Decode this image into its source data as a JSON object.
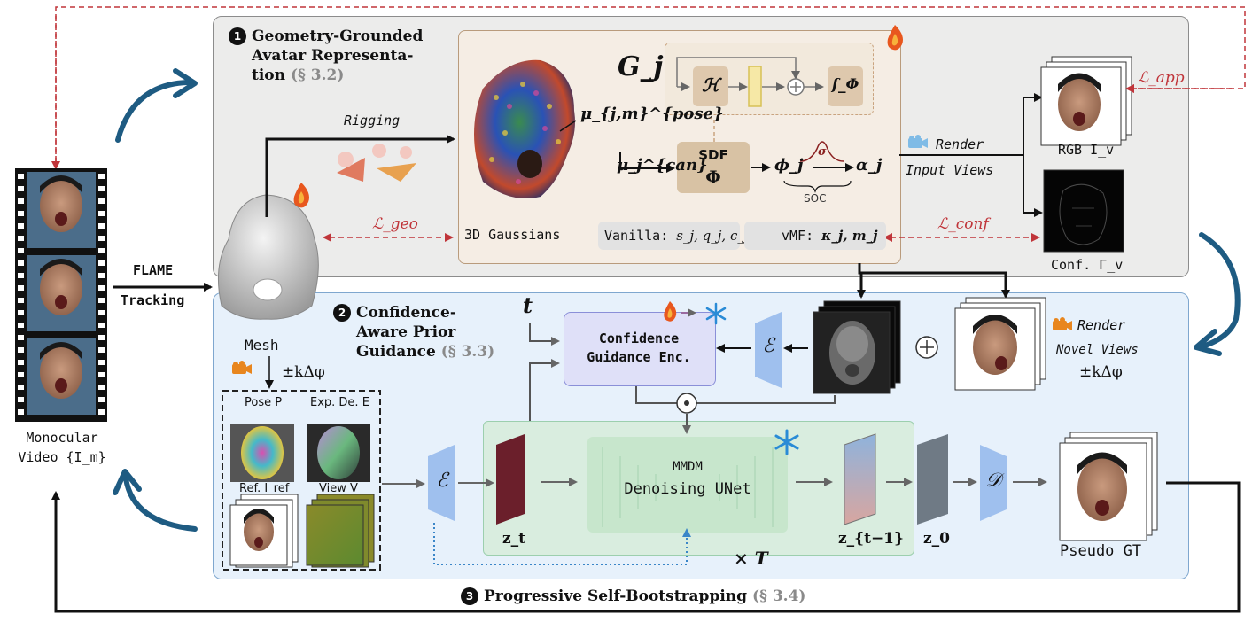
{
  "stage1": {
    "badge": "1",
    "title_line1": "Geometry-Grounded",
    "title_line2": "Avatar Representa-",
    "title_line3": "tion",
    "section": "(§ 3.2)"
  },
  "stage2": {
    "badge": "2",
    "title_line1": "Confidence-",
    "title_line2": "Aware Prior",
    "title_line3": "Guidance",
    "section": "(§ 3.3)"
  },
  "stage3": {
    "badge": "3",
    "title": "Progressive Self-Bootstrapping",
    "section": "(§ 3.4)"
  },
  "labels": {
    "rigging": "Rigging",
    "gaussians": "3D Gaussians",
    "vanilla": "Vanilla:",
    "vanilla_params": "s_j, q_j, c_j",
    "vmf": "vMF:",
    "vmf_params": "κ_j, m_j",
    "gj": "G_j",
    "mu_pose": "μ_{j,m}^{pose}",
    "mu_can": "μ_j^{can}",
    "sdf_line1": "SDF",
    "sdf_line2": "Φ",
    "phi_j": "ϕ_j",
    "sigma": "σ",
    "alpha_j": "α_j",
    "soc": "SOC",
    "h_module": "ℋ",
    "f_phi": "f_Φ",
    "render": "Render",
    "input_views": "Input Views",
    "rgb": "RGB I_v",
    "conf": "Conf. Γ_v",
    "l_app": "ℒ_app",
    "l_geo": "ℒ_geo",
    "l_conf": "ℒ_conf",
    "monocular_line1": "Monocular",
    "monocular_line2": "Video {I_m}",
    "flame": "FLAME",
    "tracking": "Tracking",
    "mesh": "Mesh",
    "pm_k_phi": "±kΔφ",
    "pose": "Pose P",
    "exp": "Exp. De. E",
    "ref": "Ref. I_ref",
    "view": "View V",
    "enc_E": "ℰ",
    "t": "t",
    "conf_enc_line1": "Confidence",
    "conf_enc_line2": "Guidance Enc.",
    "render2": "Render",
    "novel_views": "Novel Views",
    "pm_k_phi2": "±kΔφ",
    "mmdm": "MMDM",
    "unet": "Denoising UNet",
    "zt": "z_t",
    "zt1": "z_{t−1}",
    "z0": "z_0",
    "times_T": "× T",
    "dec_D": "𝒟",
    "pseudo_gt": "Pseudo GT"
  },
  "colors": {
    "panel1_bg": "#ececeb",
    "panel2_bg": "#e7f1fb",
    "loss_red": "#c0353a",
    "arrow_blue": "#1e5b82",
    "dotted_blue": "#3a86c8",
    "encoder_blue": "#9fc0ee",
    "zt_color": "#6b1f2b"
  }
}
